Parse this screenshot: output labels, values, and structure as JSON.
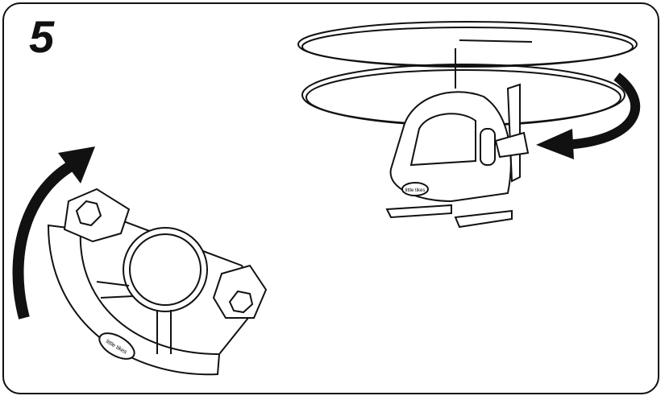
{
  "step_number": "5",
  "logos": {
    "controller": "little tikes",
    "helicopter": "little tikes"
  },
  "colors": {
    "ink": "#111111",
    "background": "#ffffff"
  }
}
